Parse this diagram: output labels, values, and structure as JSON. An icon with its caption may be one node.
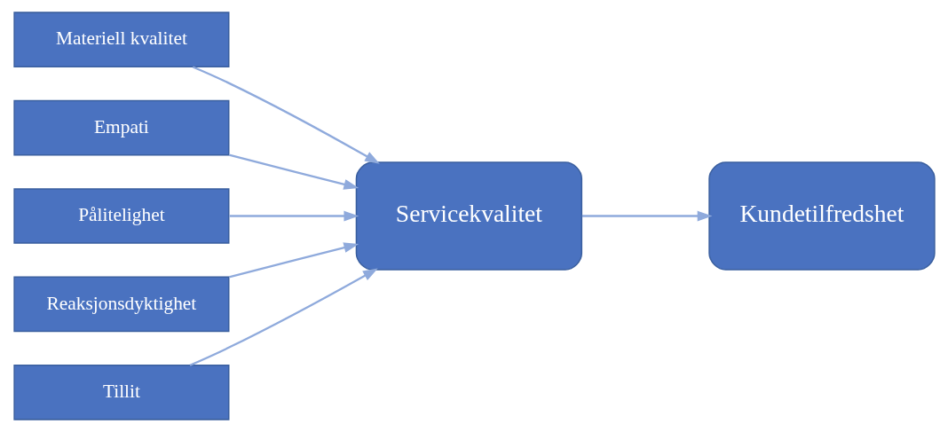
{
  "diagram": {
    "nodes": [
      {
        "text": [
          "Materiell kvalitet"
        ]
      },
      {
        "text": [
          "Empati"
        ]
      },
      {
        "text": [
          "Pålitelighet"
        ]
      },
      {
        "text": [
          "Reaksjonsdyktighet"
        ]
      },
      {
        "text": [
          "Tillit"
        ]
      },
      {
        "text": [
          "Servicekvalitet"
        ]
      },
      {
        "text": [
          "Kundetilfredshet"
        ]
      }
    ],
    "edges": [
      {
        "from": 0,
        "to": 5,
        "arrow": "to"
      },
      {
        "from": 1,
        "to": 5,
        "arrow": "to"
      },
      {
        "from": 2,
        "to": 5,
        "arrow": "to"
      },
      {
        "from": 3,
        "to": 5,
        "arrow": "to"
      },
      {
        "from": 4,
        "to": 5,
        "arrow": "to"
      },
      {
        "from": 5,
        "to": 6,
        "arrow": "to"
      }
    ]
  }
}
